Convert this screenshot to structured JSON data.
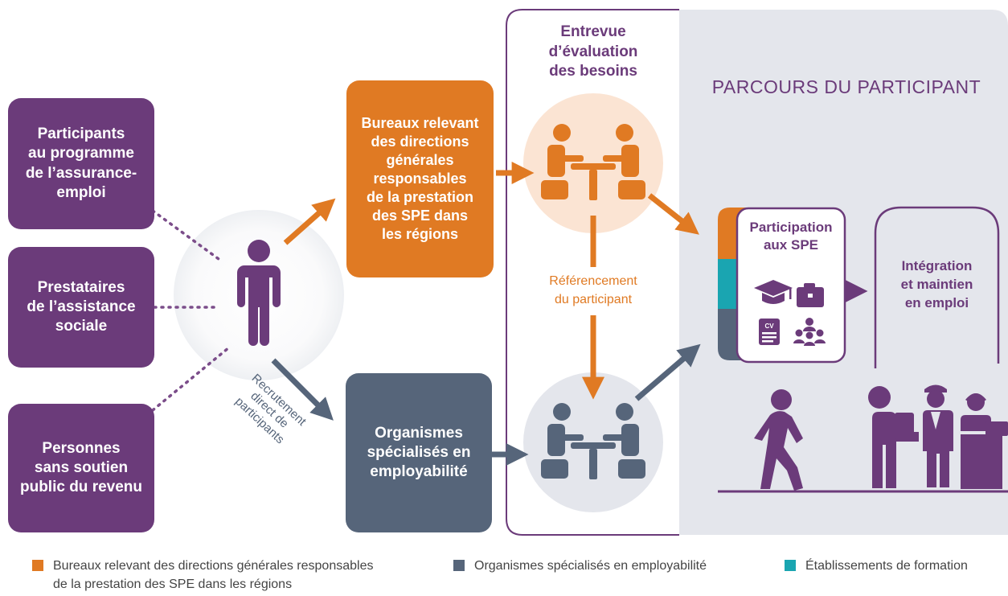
{
  "colors": {
    "purple": "#6b3b7a",
    "orange": "#e07a23",
    "slate": "#56657a",
    "teal": "#1aa5b1",
    "light_orange": "#fbe4d3",
    "light_grey": "#e4e6ec"
  },
  "sources": [
    "Participants\nau programme\nde l’assurance-\nemploi",
    "Prestataires\nde l’assistance\nsociale",
    "Personnes\nsans soutien\npublic du revenu"
  ],
  "direct_recruitment_label": "Recrutement\ndirect de\nparticipants",
  "orange_box": "Bureaux relevant\ndes directions\ngénérales\nresponsables\nde la prestation\ndes SPE dans\nles régions",
  "slate_box": "Organismes\nspécialisés en\nemployabilité",
  "assessment_title": "Entrevue\nd’évaluation\ndes besoins",
  "referral_label": "Référencement\ndu participant",
  "journey_title": "PARCOURS DU PARTICIPANT",
  "spe_box": "Participation\naux SPE",
  "integration_label": "Intégration\net maintien\nen emploi",
  "icons": [
    "person-icon",
    "meeting-icon",
    "graduation-cap-icon",
    "briefcase-icon",
    "cv-document-icon",
    "team-icon",
    "walking-person-icon",
    "workers-icon"
  ],
  "legend": [
    {
      "label": "Bureaux relevant des directions générales responsables\nde la prestation des SPE dans les régions",
      "color": "#e07a23"
    },
    {
      "label": "Organismes spécialisés en employabilité",
      "color": "#56657a"
    },
    {
      "label": "Établissements de formation",
      "color": "#1aa5b1"
    }
  ]
}
